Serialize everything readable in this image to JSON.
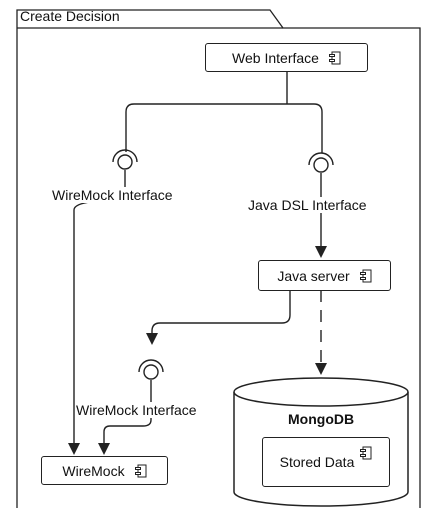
{
  "frame": {
    "title": "Create Decision"
  },
  "components": {
    "web_interface": "Web Interface",
    "java_server": "Java server",
    "wiremock": "WireMock",
    "stored_data": "Stored Data"
  },
  "database": {
    "title": "MongoDB"
  },
  "interfaces": {
    "wiremock_top": "WireMock Interface",
    "java_dsl": "Java DSL Interface",
    "wiremock_bottom": "WireMock Interface"
  },
  "colors": {
    "line": "#222222",
    "background": "#ffffff"
  }
}
